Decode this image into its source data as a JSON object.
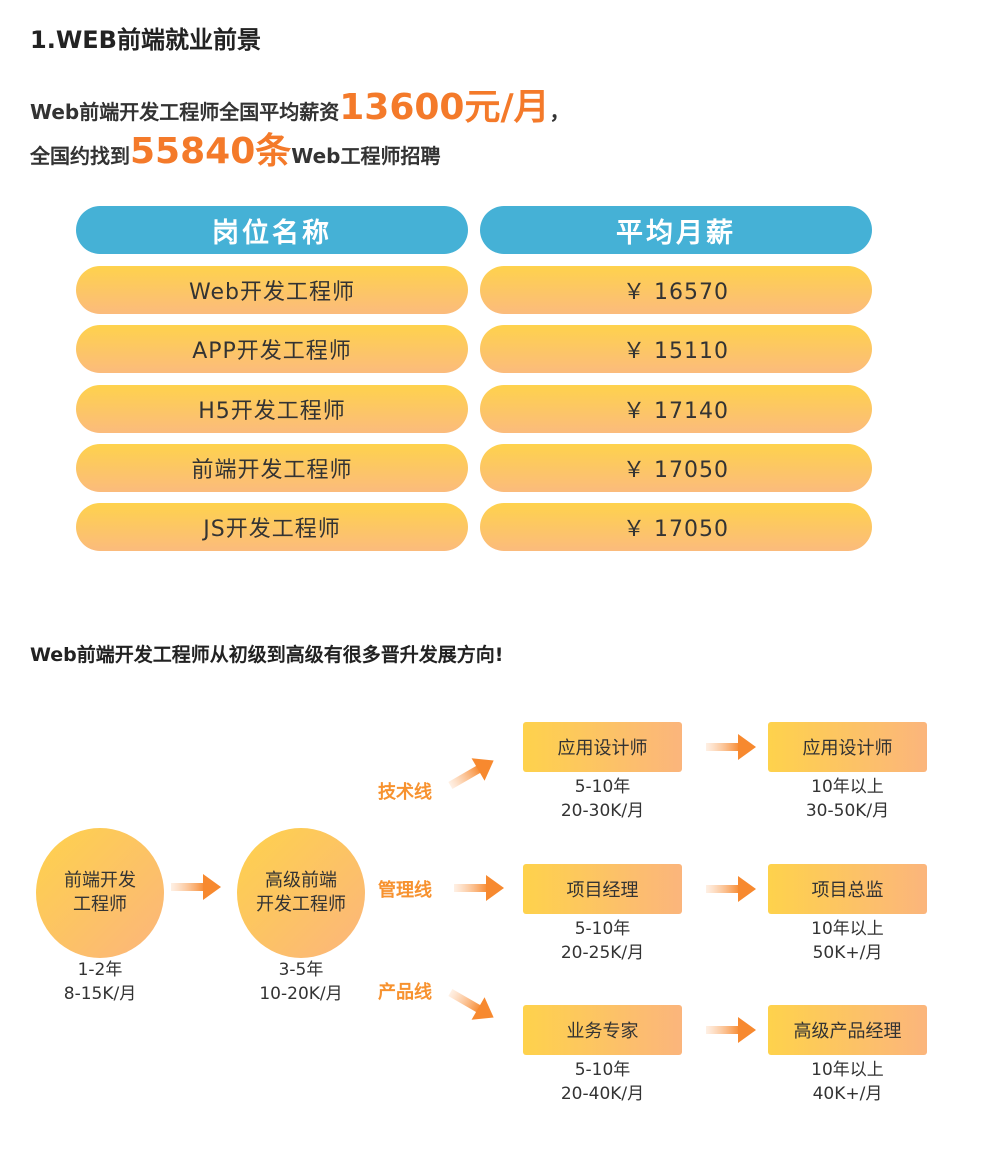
{
  "title": "1.WEB前端就业前景",
  "intro": {
    "line1_prefix": "Web前端开发工程师全国平均薪资",
    "line1_highlight": "13600元/月",
    "line1_suffix": "，",
    "line2_prefix": "全国约找到",
    "line2_highlight": "55840条",
    "line2_suffix": "Web工程师招聘"
  },
  "table": {
    "headers": [
      "岗位名称",
      "平均月薪"
    ],
    "rows": [
      [
        "Web开发工程师",
        "￥ 16570"
      ],
      [
        "APP开发工程师",
        "￥ 15110"
      ],
      [
        "H5开发工程师",
        "￥ 17140"
      ],
      [
        "前端开发工程师",
        "￥ 17050"
      ],
      [
        "JS开发工程师",
        "￥ 17050"
      ]
    ]
  },
  "career": {
    "subtitle": "Web前端开发工程师从初级到高级有很多晋升发展方向!",
    "stages": [
      {
        "l1": "前端开发",
        "l2": "工程师",
        "years": "1-2年",
        "salary": "8-15K/月"
      },
      {
        "l1": "高级前端",
        "l2": "开发工程师",
        "years": "3-5年",
        "salary": "10-20K/月"
      }
    ],
    "branches": [
      {
        "name": "技术线",
        "steps": [
          {
            "title": "应用设计师",
            "years": "5-10年",
            "salary": "20-30K/月"
          },
          {
            "title": "应用设计师",
            "years": "10年以上",
            "salary": "30-50K/月"
          }
        ]
      },
      {
        "name": "管理线",
        "steps": [
          {
            "title": "项目经理",
            "years": "5-10年",
            "salary": "20-25K/月"
          },
          {
            "title": "项目总监",
            "years": "10年以上",
            "salary": "50K+/月"
          }
        ]
      },
      {
        "name": "产品线",
        "steps": [
          {
            "title": "业务专家",
            "years": "5-10年",
            "salary": "20-40K/月"
          },
          {
            "title": "高级产品经理",
            "years": "10年以上",
            "salary": "40K+/月"
          }
        ]
      }
    ]
  },
  "colors": {
    "accent": "#f47a2a",
    "header": "#45b1d6",
    "pill_top": "#fed24c",
    "pill_bottom": "#fbbb7c"
  }
}
